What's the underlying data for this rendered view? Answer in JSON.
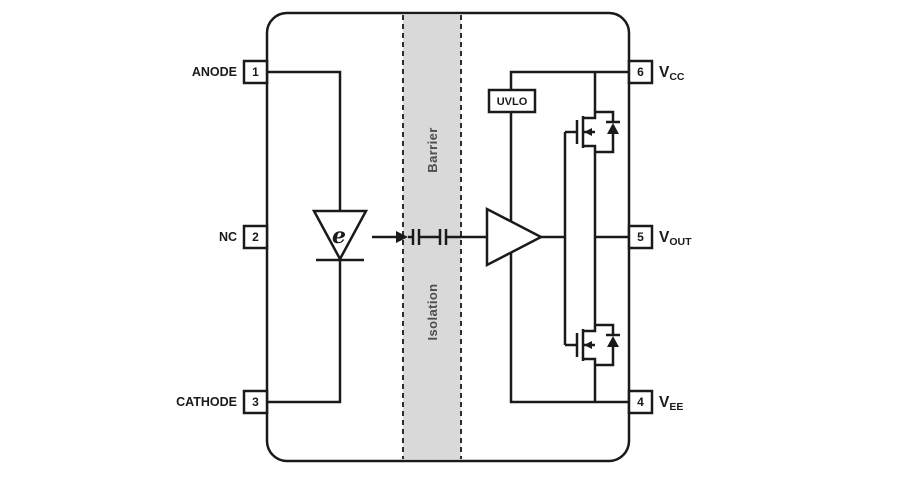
{
  "diagram": {
    "pins_left": [
      {
        "label": "ANODE",
        "number": "1"
      },
      {
        "label": "NC",
        "number": "2"
      },
      {
        "label": "CATHODE",
        "number": "3"
      }
    ],
    "pins_right": [
      {
        "main": "V",
        "sub": "CC",
        "number": "6"
      },
      {
        "main": "V",
        "sub": "OUT",
        "number": "5"
      },
      {
        "main": "V",
        "sub": "EE",
        "number": "4"
      }
    ],
    "labels": {
      "uvlo": "UVLO",
      "barrier": "Barrier",
      "isolation": "Isolation",
      "emitter": "e"
    },
    "colors": {
      "line": "#1a1a1a",
      "barrier_fill": "#d9d9d9",
      "barrier_text": "#4d4d4d",
      "background": "#ffffff"
    }
  }
}
